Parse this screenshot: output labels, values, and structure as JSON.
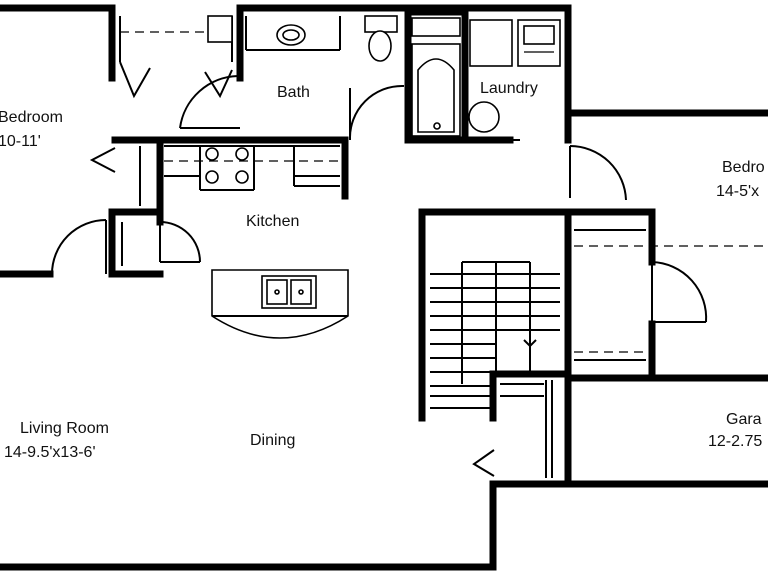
{
  "rooms": {
    "bedroom1": {
      "name": "Bedroom",
      "dims": "10-11'"
    },
    "bath": {
      "name": "Bath"
    },
    "laundry": {
      "name": "Laundry"
    },
    "bedroom2": {
      "name": "Bedro",
      "dims": "14-5'x"
    },
    "kitchen": {
      "name": "Kitchen"
    },
    "living": {
      "name": "Living Room",
      "dims": "14-9.5'x13-6'"
    },
    "dining": {
      "name": "Dining"
    },
    "garage": {
      "name": "Gara",
      "dims": "12-2.75"
    }
  }
}
